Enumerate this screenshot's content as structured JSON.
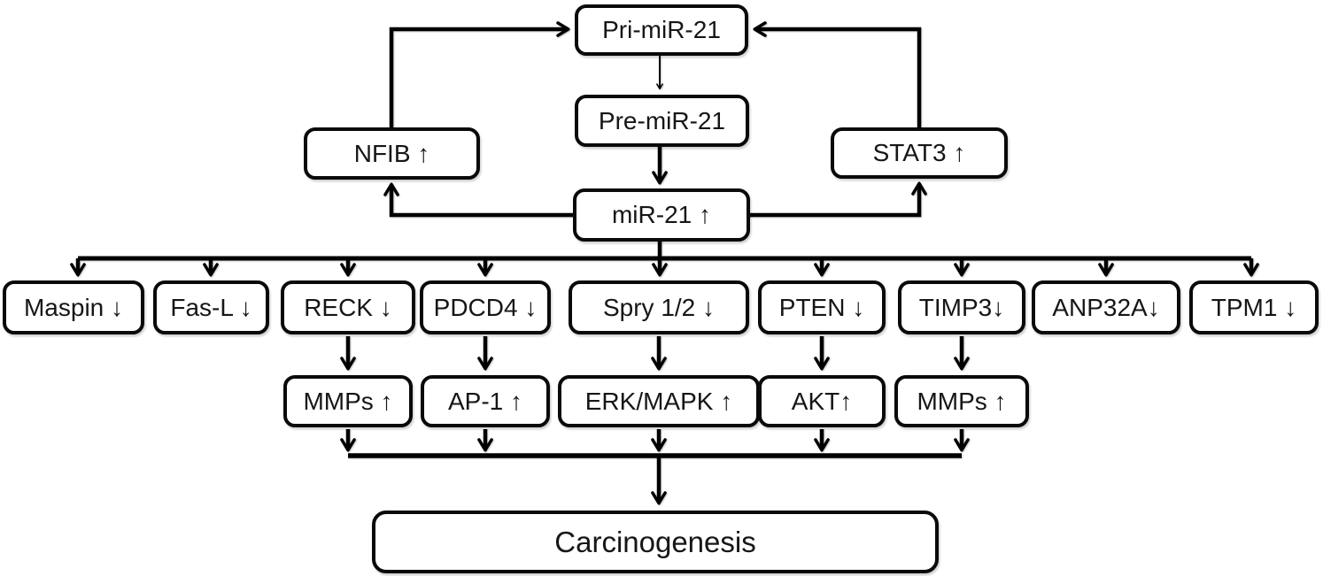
{
  "diagram": {
    "kind": "flowchart",
    "background": "#ffffff",
    "line_color": "#000000",
    "box_border_color": "#0a0a0a",
    "text_color": "#161616"
  },
  "nodes": {
    "pri_mir21": {
      "label": "Pri-miR-21"
    },
    "pre_mir21": {
      "label": "Pre-miR-21"
    },
    "nfib": {
      "label": "NFIB ↑"
    },
    "stat3": {
      "label": "STAT3 ↑"
    },
    "mir21": {
      "label": "miR-21 ↑"
    },
    "maspin": {
      "label": "Maspin ↓"
    },
    "fasl": {
      "label": "Fas-L ↓"
    },
    "reck": {
      "label": "RECK ↓"
    },
    "pdcd4": {
      "label": "PDCD4 ↓"
    },
    "spry": {
      "label": "Spry 1/2 ↓"
    },
    "pten": {
      "label": "PTEN ↓"
    },
    "timp3": {
      "label": "TIMP3↓"
    },
    "anp32a": {
      "label": "ANP32A↓"
    },
    "tpm1": {
      "label": "TPM1 ↓"
    },
    "mmps_left": {
      "label": "MMPs ↑"
    },
    "ap1": {
      "label": "AP-1 ↑"
    },
    "erk_mapk": {
      "label": "ERK/MAPK ↑"
    },
    "akt": {
      "label": "AKT↑"
    },
    "mmps_right": {
      "label": "MMPs ↑"
    },
    "carcinogenesis": {
      "label": "Carcinogenesis"
    }
  },
  "edges": [
    {
      "from": "NFIB",
      "to": "Pri-miR-21"
    },
    {
      "from": "STAT3",
      "to": "Pri-miR-21"
    },
    {
      "from": "Pri-miR-21",
      "to": "Pre-miR-21"
    },
    {
      "from": "Pre-miR-21",
      "to": "miR-21"
    },
    {
      "from": "miR-21",
      "to": "NFIB"
    },
    {
      "from": "miR-21",
      "to": "STAT3"
    },
    {
      "from": "miR-21",
      "to": "Maspin"
    },
    {
      "from": "miR-21",
      "to": "Fas-L"
    },
    {
      "from": "miR-21",
      "to": "RECK"
    },
    {
      "from": "miR-21",
      "to": "PDCD4"
    },
    {
      "from": "miR-21",
      "to": "Spry 1/2"
    },
    {
      "from": "miR-21",
      "to": "PTEN"
    },
    {
      "from": "miR-21",
      "to": "TIMP3"
    },
    {
      "from": "miR-21",
      "to": "ANP32A"
    },
    {
      "from": "miR-21",
      "to": "TPM1"
    },
    {
      "from": "RECK",
      "to": "MMPs"
    },
    {
      "from": "PDCD4",
      "to": "AP-1"
    },
    {
      "from": "Spry 1/2",
      "to": "ERK/MAPK"
    },
    {
      "from": "PTEN",
      "to": "AKT"
    },
    {
      "from": "TIMP3",
      "to": "MMPs"
    },
    {
      "from": "MMPs",
      "to": "Carcinogenesis"
    },
    {
      "from": "AP-1",
      "to": "Carcinogenesis"
    },
    {
      "from": "ERK/MAPK",
      "to": "Carcinogenesis"
    },
    {
      "from": "AKT",
      "to": "Carcinogenesis"
    },
    {
      "from": "MMPs ",
      "to": "Carcinogenesis"
    }
  ]
}
